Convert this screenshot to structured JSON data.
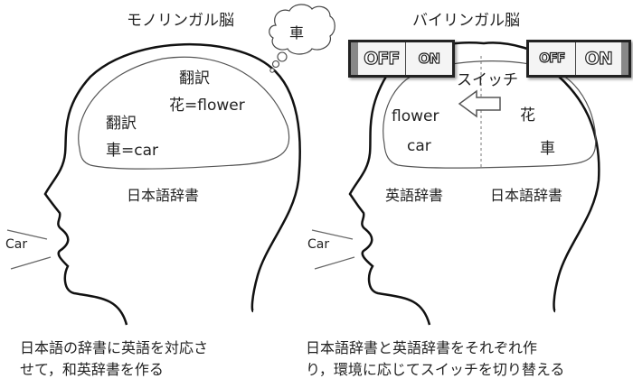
{
  "monolingual": {
    "title": "モノリンガル脳",
    "thought_bubble": "車",
    "translations": [
      {
        "label": "翻訳",
        "pair": "花=flower"
      },
      {
        "label": "翻訳",
        "pair": "車=car"
      }
    ],
    "dictionary_label": "日本語辞書",
    "speech": "Car",
    "caption_lines": [
      "日本語の辞書に英語を対応さ",
      "せて，和英辞書を作る"
    ]
  },
  "bilingual": {
    "title": "バイリンガル脳",
    "switch_left": {
      "off_label": "OFF",
      "on_label": "ON"
    },
    "switch_right": {
      "off_label": "OFF",
      "on_label": "ON"
    },
    "switch_label": "スイッチ",
    "english_words": [
      "flower",
      "car"
    ],
    "japanese_words": [
      "花",
      "車"
    ],
    "english_dictionary_label": "英語辞書",
    "japanese_dictionary_label": "日本語辞書",
    "speech": "Car",
    "caption_lines": [
      "日本語辞書と英語辞書をそれぞれ作",
      "り，環境に応じてスイッチを切り替える"
    ]
  }
}
